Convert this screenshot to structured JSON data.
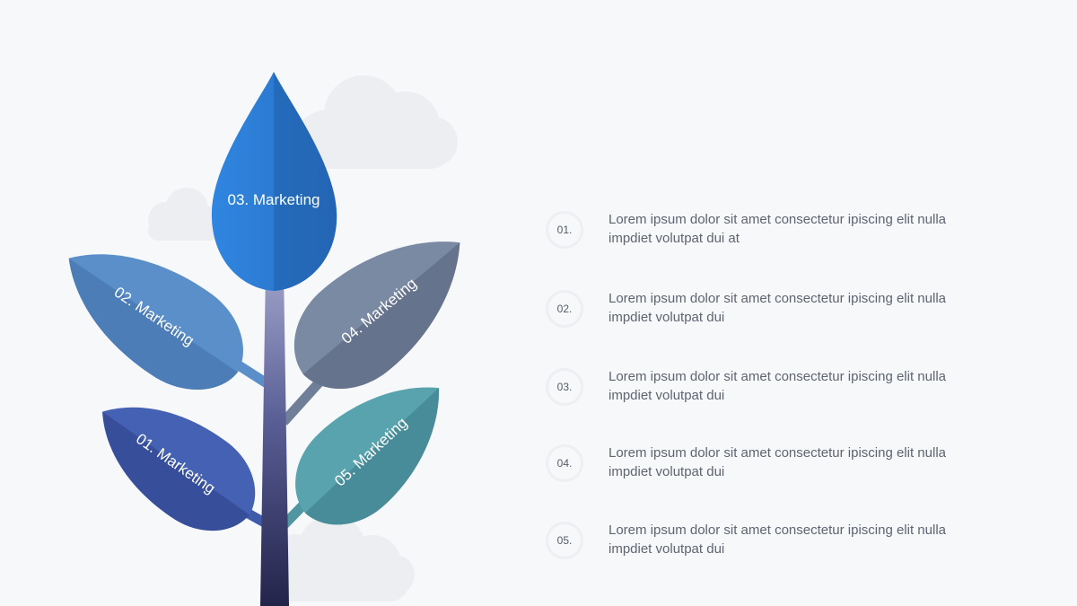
{
  "leaves": {
    "l1": "01. Marketing",
    "l2": "02. Marketing",
    "l3": "03. Marketing",
    "l4": "04. Marketing",
    "l5": "05. Marketing"
  },
  "list": [
    {
      "number": "01.",
      "text": "Lorem ipsum dolor sit amet consectetur ipiscing elit nulla impdiet volutpat dui at"
    },
    {
      "number": "02.",
      "text": "Lorem ipsum dolor sit amet consectetur ipiscing elit nulla impdiet volutpat dui"
    },
    {
      "number": "03.",
      "text": "Lorem ipsum dolor sit amet consectetur ipiscing elit nulla impdiet volutpat dui"
    },
    {
      "number": "04.",
      "text": "Lorem ipsum dolor sit amet consectetur ipiscing elit nulla impdiet volutpat dui"
    },
    {
      "number": "05.",
      "text": "Lorem ipsum dolor sit amet consectetur ipiscing elit nulla impdiet volutpat dui"
    }
  ],
  "colors": {
    "background": "#f7f8fa",
    "leaf_01": "#3f5aa8",
    "leaf_02": "#5b8fc9",
    "leaf_03": "#2a78d0",
    "leaf_04": "#6f7f98",
    "leaf_05": "#4f96a1",
    "stem": "#2e2f5c",
    "text": "#5e6470"
  },
  "icons": [
    "cloud-icon",
    "leaf-icon"
  ]
}
